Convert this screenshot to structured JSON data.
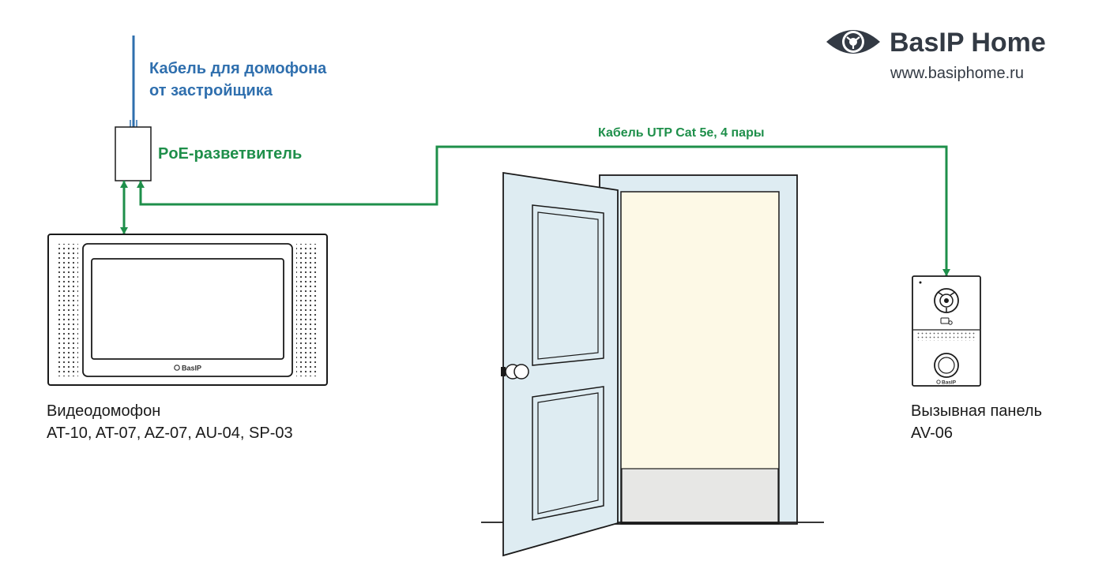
{
  "brand": {
    "name": "BasIP Home",
    "url": "www.basiphome.ru"
  },
  "labels": {
    "developer_cable_line1": "Кабель для домофона",
    "developer_cable_line2": "от застройщика",
    "poe_splitter": "PoE-разветвитель",
    "utp_cable": "Кабель UTP Cat 5e, 4 пары",
    "monitor_title": "Видеодомофон",
    "monitor_models": "AT-10, AT-07, AZ-07, AU-04, SP-03",
    "panel_title": "Вызывная панель",
    "panel_model": "AV-06"
  },
  "device_logo": "BasIP",
  "colors": {
    "developer_cable": "#2f6fae",
    "utp_cable": "#1e8f4a",
    "door": "#deecf2",
    "doorway_light": "#fdf9e6",
    "threshold": "#e7e7e5",
    "outline": "#1a1a1a"
  },
  "icons": [
    "basip-eye-logo-icon",
    "keycard-icon"
  ]
}
